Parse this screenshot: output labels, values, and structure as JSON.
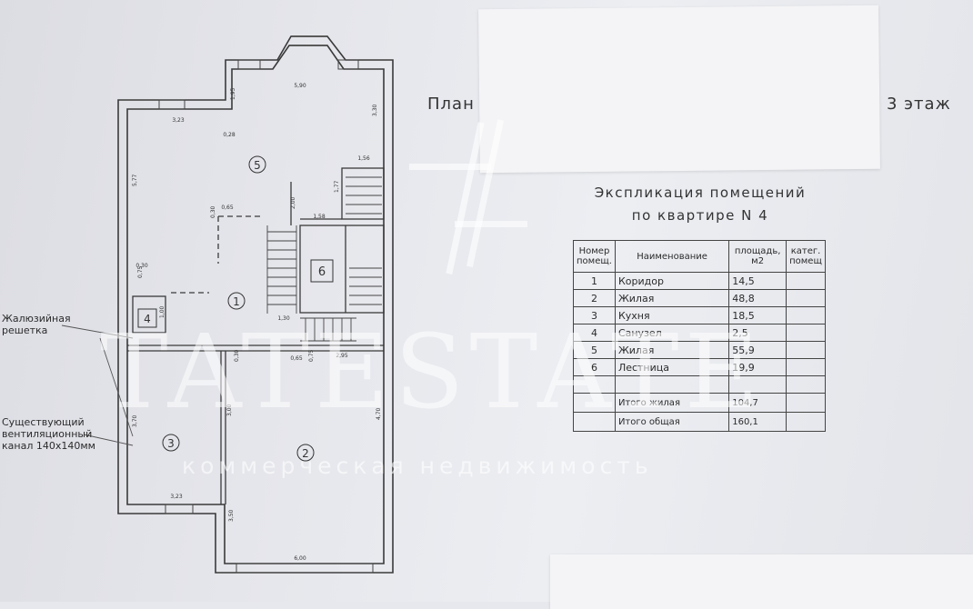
{
  "header": {
    "plan_word": "План",
    "floor_word": "3 этаж"
  },
  "explication": {
    "title_line1": "Экспликация помещений",
    "title_line2": "по квартире N 4",
    "columns": [
      "Номер помещ.",
      "Наименование",
      "площадь, м2",
      "катег. помещ"
    ],
    "rows": [
      {
        "num": "1",
        "name": "Коридор",
        "area": "14,5",
        "category": ""
      },
      {
        "num": "2",
        "name": "Жилая",
        "area": "48,8",
        "category": ""
      },
      {
        "num": "3",
        "name": "Кухня",
        "area": "18,5",
        "category": ""
      },
      {
        "num": "4",
        "name": "Санузел",
        "area": "2,5",
        "category": ""
      },
      {
        "num": "5",
        "name": "Жилая",
        "area": "55,9",
        "category": ""
      },
      {
        "num": "6",
        "name": "Лестница",
        "area": "19,9",
        "category": ""
      }
    ],
    "totals": [
      {
        "label": "Итого жилая",
        "value": "104,7"
      },
      {
        "label": "Итого общая",
        "value": "160,1"
      }
    ]
  },
  "plan": {
    "rooms": [
      "1",
      "2",
      "3",
      "4",
      "5",
      "6"
    ],
    "dimensions": [
      "5,90",
      "1,95",
      "3,23",
      "0,28",
      "3,30",
      "5,77",
      "1,56",
      "1,77",
      "0,65",
      "0,30",
      "2,00",
      "1,58",
      "0,30",
      "0,75",
      "1,00",
      "1,30",
      "0,30",
      "0,65",
      "0,75",
      "2,95",
      "3,00",
      "4,70",
      "3,70",
      "3,23",
      "3,50",
      "6,00"
    ],
    "notes": {
      "grille": "Жалюзийная решетка",
      "vent": "Существующий вентиляционный канал 140х140мм"
    }
  },
  "watermark": {
    "brand": "TATESTATE",
    "tagline": "коммерческая недвижимость",
    "logo_letters": "TE"
  }
}
